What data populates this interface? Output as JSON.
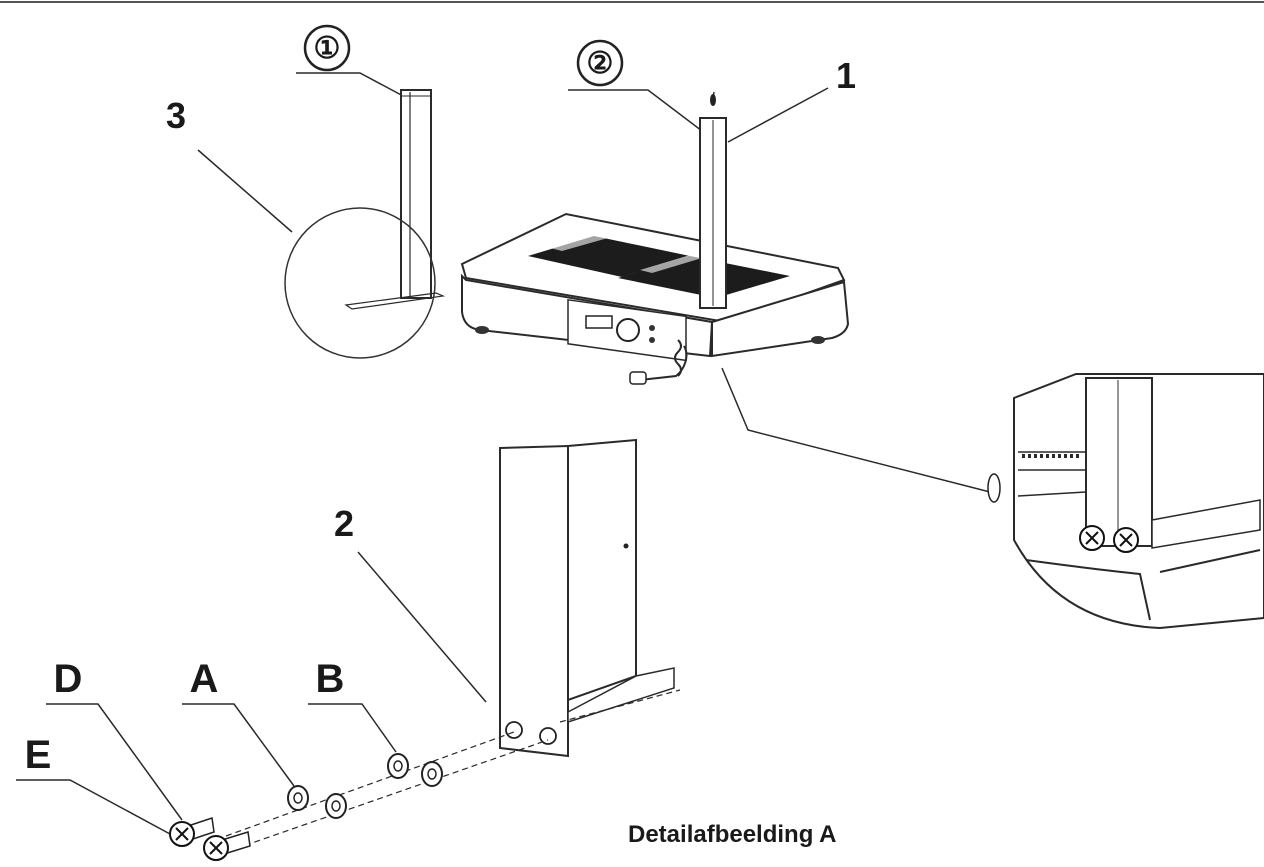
{
  "callouts": {
    "c1": "①",
    "c2": "②",
    "n1": "1",
    "n2": "2",
    "n3": "3",
    "A": "A",
    "B": "B",
    "D": "D",
    "E": "E"
  },
  "caption": "Detailafbeelding  A"
}
